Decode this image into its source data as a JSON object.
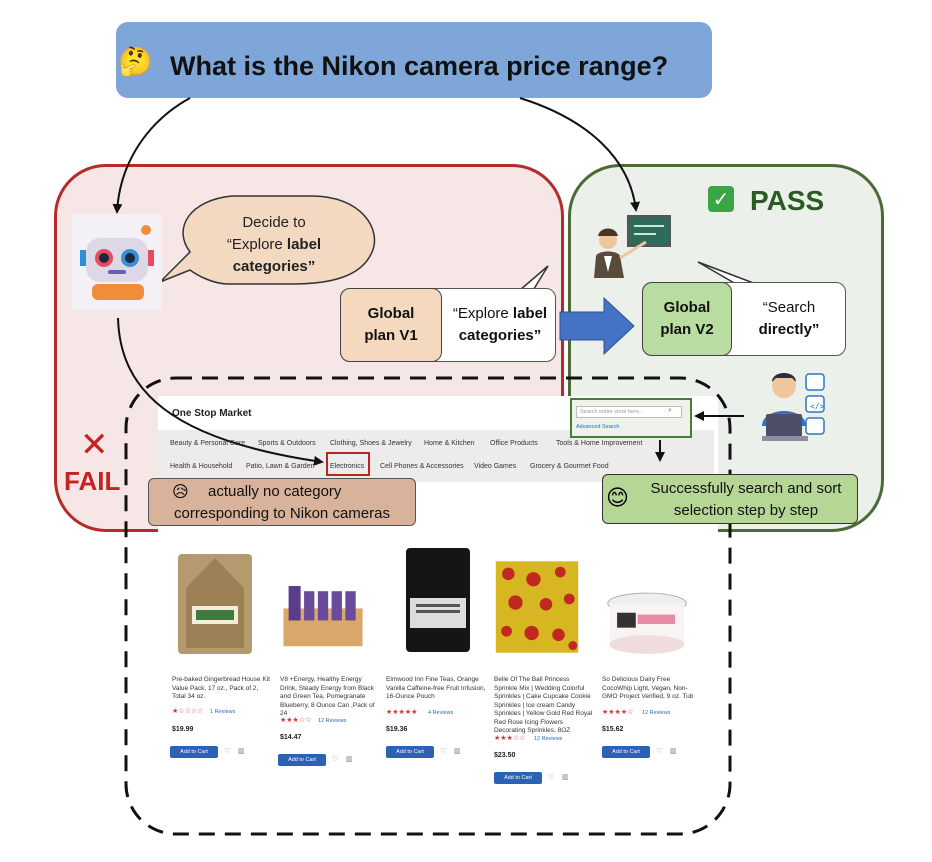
{
  "question": {
    "emoji": "🤔",
    "text": "What is the Nikon camera price range?"
  },
  "fail_branch": {
    "bubble_line1": "Decide to",
    "bubble_line2_prefix": "“Explore ",
    "bubble_line2_bold": "label",
    "bubble_line3": "categories”",
    "plan_label_line1": "Global",
    "plan_label_line2": "plan V1",
    "plan_text_line1_prefix": "“Explore ",
    "plan_text_line1_bold": "label",
    "plan_text_line2": "categories”",
    "fail_label": "FAIL",
    "fail_icon": "✕",
    "note_emoji": "😥",
    "note_line1": "actually no category",
    "note_line2": "corresponding to Nikon cameras"
  },
  "pass_branch": {
    "pass_icon": "✓",
    "pass_label": "PASS",
    "plan_label_line1": "Global",
    "plan_label_line2": "plan V2",
    "plan_text_line1": "“Search",
    "plan_text_line2": "directly”",
    "search_placeholder": "Search entire store here...",
    "advanced_search": "Advanced Search",
    "success_emoji": "😊",
    "success_line1": "Successfully search and sort",
    "success_line2": "selection step by step"
  },
  "shop": {
    "store_name": "One Stop Market",
    "nav_row1": [
      "Beauty & Personal Care",
      "Sports & Outdoors",
      "Clothing, Shoes & Jewelry",
      "Home & Kitchen",
      "Office Products",
      "Tools & Home Improvement"
    ],
    "nav_row2": [
      "Health & Household",
      "Patio, Lawn & Garden",
      "Electronics",
      "Cell Phones & Accessories",
      "Video Games",
      "Grocery & Gourmet Food"
    ],
    "products": [
      {
        "title": "Pre-baked Gingerbread House Kit Value Pack, 17 oz., Pack of 2, Total 34 oz.",
        "stars": "★☆☆☆☆",
        "reviews": "1  Reviews",
        "price": "$19.99",
        "cart": "Add to Cart"
      },
      {
        "title": "V8 +Energy, Healthy Energy Drink, Steady Energy from Black and Green Tea, Pomegranate Blueberry, 8 Ounce Can ,Pack of 24",
        "stars": "★★★☆☆",
        "reviews": "12  Reviews",
        "price": "$14.47",
        "cart": "Add to Cart"
      },
      {
        "title": "Elmwood Inn Fine Teas, Orange Vanilla Caffeine-free Fruit Infusion, 16-Ounce Pouch",
        "stars": "★★★★★",
        "reviews": "4  Reviews",
        "price": "$19.36",
        "cart": "Add to Cart"
      },
      {
        "title": "Belle Of The Ball Princess Sprinkle Mix | Wedding Colorful Sprinkles | Cake Cupcake Cookie Sprinkles | Ice cream Candy Sprinkles | Yellow Gold Red Royal Red Rose Icing Flowers Decorating Sprinkles, 8OZ",
        "stars": "★★★☆☆",
        "reviews": "12  Reviews",
        "price": "$23.50",
        "cart": "Add to Cart"
      },
      {
        "title": "So Delicious Dairy Free CocoWhip Light, Vegan, Non-GMO Project Verified, 9 oz. Tub",
        "stars": "★★★★☆",
        "reviews": "12  Reviews",
        "price": "$15.62",
        "cart": "Add to Cart"
      }
    ]
  },
  "colors": {
    "question_bg": "#7ea6d9",
    "fail_border": "#b52a2a",
    "pass_border": "#4c6a33",
    "plan_v1_fill": "#f4d9bf",
    "plan_v2_fill": "#b9dca0",
    "arrow_blue": "#4472c4"
  }
}
